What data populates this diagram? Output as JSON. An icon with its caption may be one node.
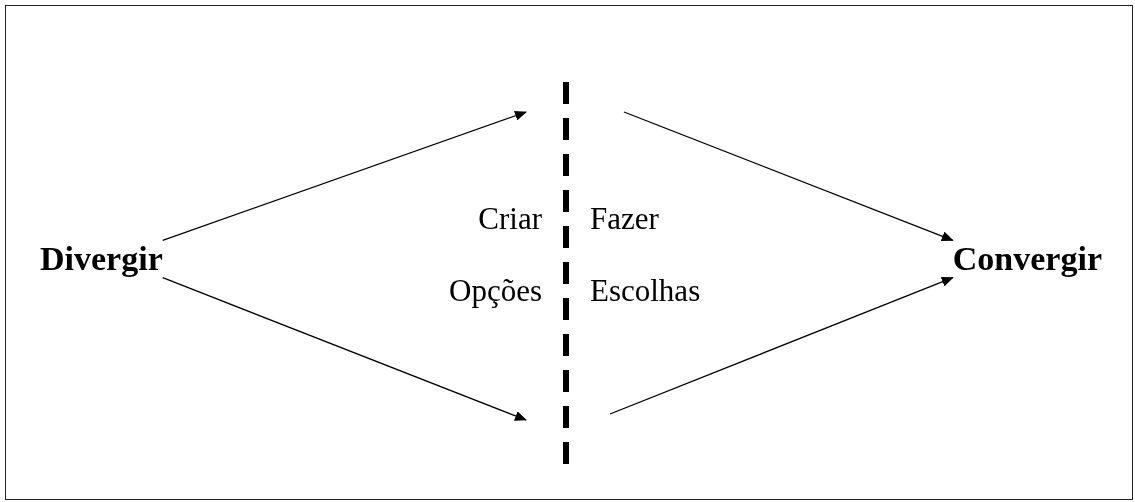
{
  "diagram": {
    "nodes": [
      {
        "text": [
          "Divergir"
        ]
      },
      {
        "text": [
          "Convergir"
        ]
      }
    ],
    "edges": [
      {
        "from": 0,
        "to": null,
        "arrow": "to"
      },
      {
        "from": 0,
        "to": null,
        "arrow": "to"
      },
      {
        "from": null,
        "to": 1,
        "arrow": "to"
      },
      {
        "from": null,
        "to": 1,
        "arrow": "to"
      }
    ],
    "labels": [
      "Criar",
      "Fazer",
      "Opções",
      "Escolhas"
    ]
  }
}
